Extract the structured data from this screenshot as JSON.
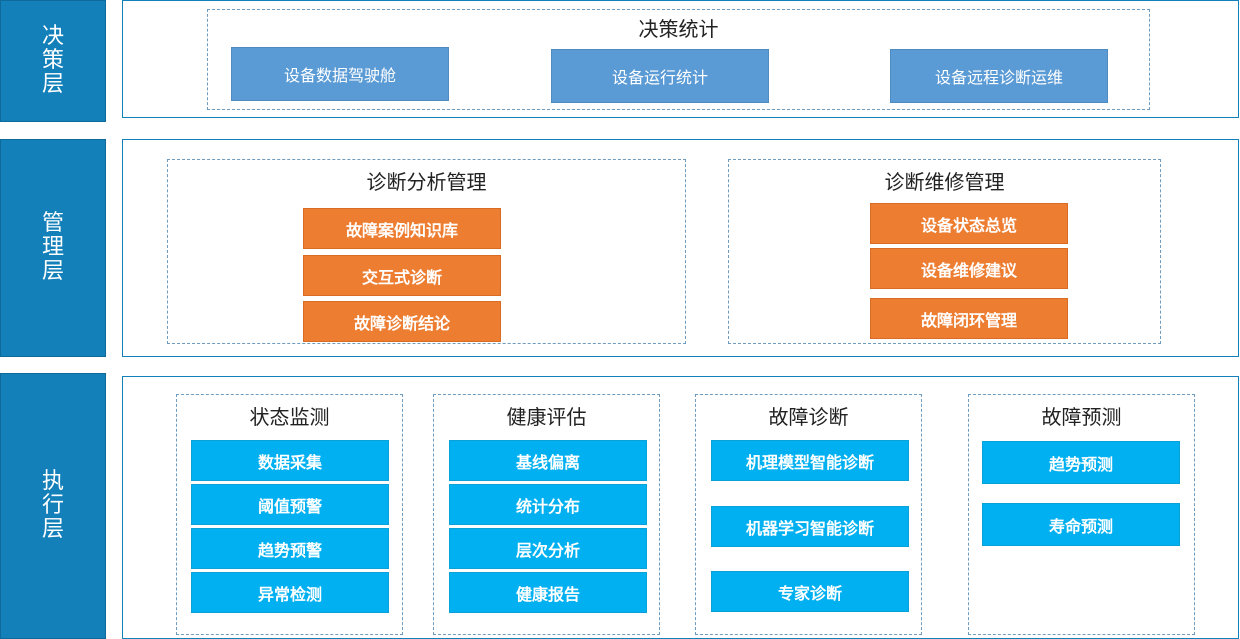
{
  "layers": {
    "decision": {
      "label": "决策层"
    },
    "management": {
      "label": "管理层"
    },
    "execution": {
      "label": "执行层"
    }
  },
  "decision_stats": {
    "title": "决策统计",
    "items": [
      "设备数据驾驶舱",
      "设备运行统计",
      "设备远程诊断运维"
    ]
  },
  "diagnosis_analysis": {
    "title": "诊断分析管理",
    "items": [
      "故障案例知识库",
      "交互式诊断",
      "故障诊断结论"
    ]
  },
  "maintenance_mgmt": {
    "title": "诊断维修管理",
    "items": [
      "设备状态总览",
      "设备维修建议",
      "故障闭环管理"
    ]
  },
  "status_monitor": {
    "title": "状态监测",
    "items": [
      "数据采集",
      "阈值预警",
      "趋势预警",
      "异常检测"
    ]
  },
  "health_eval": {
    "title": "健康评估",
    "items": [
      "基线偏离",
      "统计分布",
      "层次分析",
      "健康报告"
    ]
  },
  "fault_diagnosis": {
    "title": "故障诊断",
    "items": [
      "机理模型智能诊断",
      "机器学习智能诊断",
      "专家诊断"
    ]
  },
  "fault_prediction": {
    "title": "故障预测",
    "items": [
      "趋势预测",
      "寿命预测"
    ]
  },
  "colors": {
    "layer_label": "#1380b9",
    "decision_box": "#5b9bd5",
    "management_box": "#ed7d31",
    "execution_box": "#00b0f0"
  }
}
